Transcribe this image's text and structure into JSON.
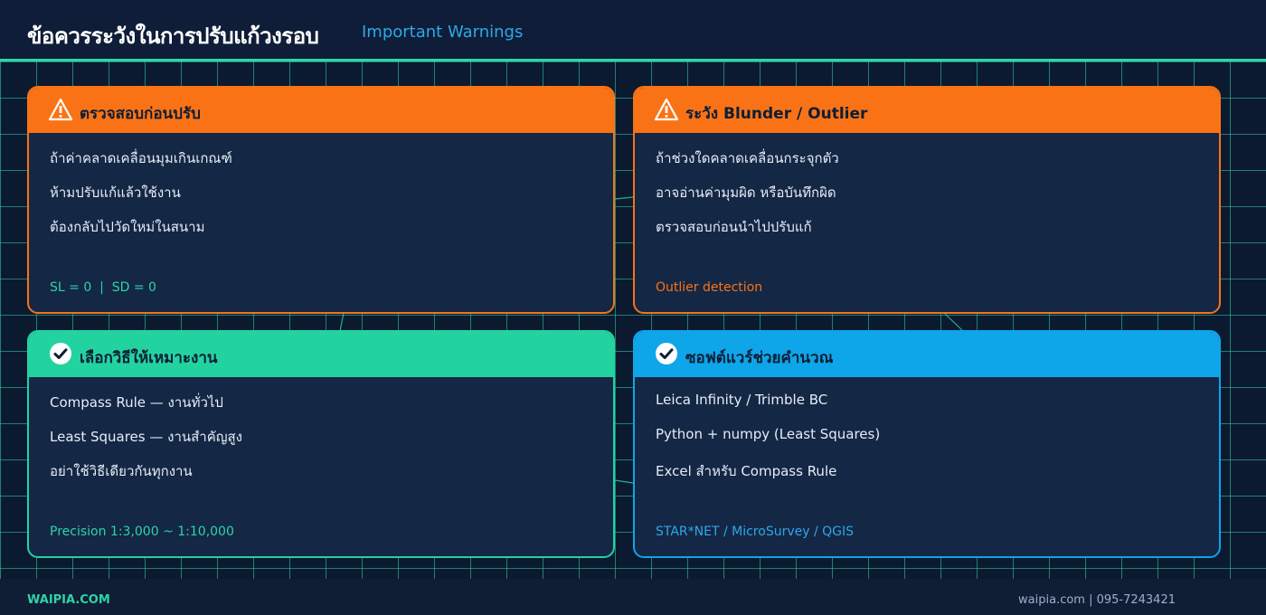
{
  "header": {
    "title_th": "ข้อควรระวังในการปรับแก้วงรอบ",
    "title_en": "Important Warnings"
  },
  "cards": [
    {
      "title": "ตรวจสอบก่อนปรับ",
      "icon": "warning-icon",
      "color": "#f97316",
      "lines": [
        "ถ้าค่าคลาดเคลื่อนมุมเกินเกณฑ์",
        "ห้ามปรับแก้แล้วใช้งาน",
        "ต้องกลับไปวัดใหม่ในสนาม"
      ],
      "footer": "SL = 0  |  SD = 0",
      "footer_color": "#2dd4a8"
    },
    {
      "title": "ระวัง Blunder / Outlier",
      "icon": "warning-icon",
      "color": "#f97316",
      "lines": [
        "ถ้าช่วงใดคลาดเคลื่อนกระจุกตัว",
        "อาจอ่านค่ามุมผิด หรือบันทึกผิด",
        "ตรวจสอบก่อนนำไปปรับแก้"
      ],
      "footer": "Outlier detection",
      "footer_color": "#f97316"
    },
    {
      "title": "เลือกวิธีให้เหมาะงาน",
      "icon": "check-icon",
      "color": "#22d3a0",
      "lines": [
        "Compass Rule — งานทั่วไป",
        "Least Squares — งานสำคัญสูง",
        "อย่าใช้วิธีเดียวกันทุกงาน"
      ],
      "footer": "Precision 1:3,000 ~ 1:10,000",
      "footer_color": "#2dd4a8"
    },
    {
      "title": "ซอฟต์แวร์ช่วยคำนวณ",
      "icon": "check-icon",
      "color": "#0ea5e9",
      "lines": [
        "Leica Infinity / Trimble BC",
        "Python + numpy (Least Squares)",
        "Excel สำหรับ Compass Rule"
      ],
      "footer": "STAR*NET / MicroSurvey / QGIS",
      "footer_color": "#2ea8e8"
    }
  ],
  "footer": {
    "brand": "WAIPIA.COM",
    "contact": "waipia.com | 095-7243421"
  }
}
